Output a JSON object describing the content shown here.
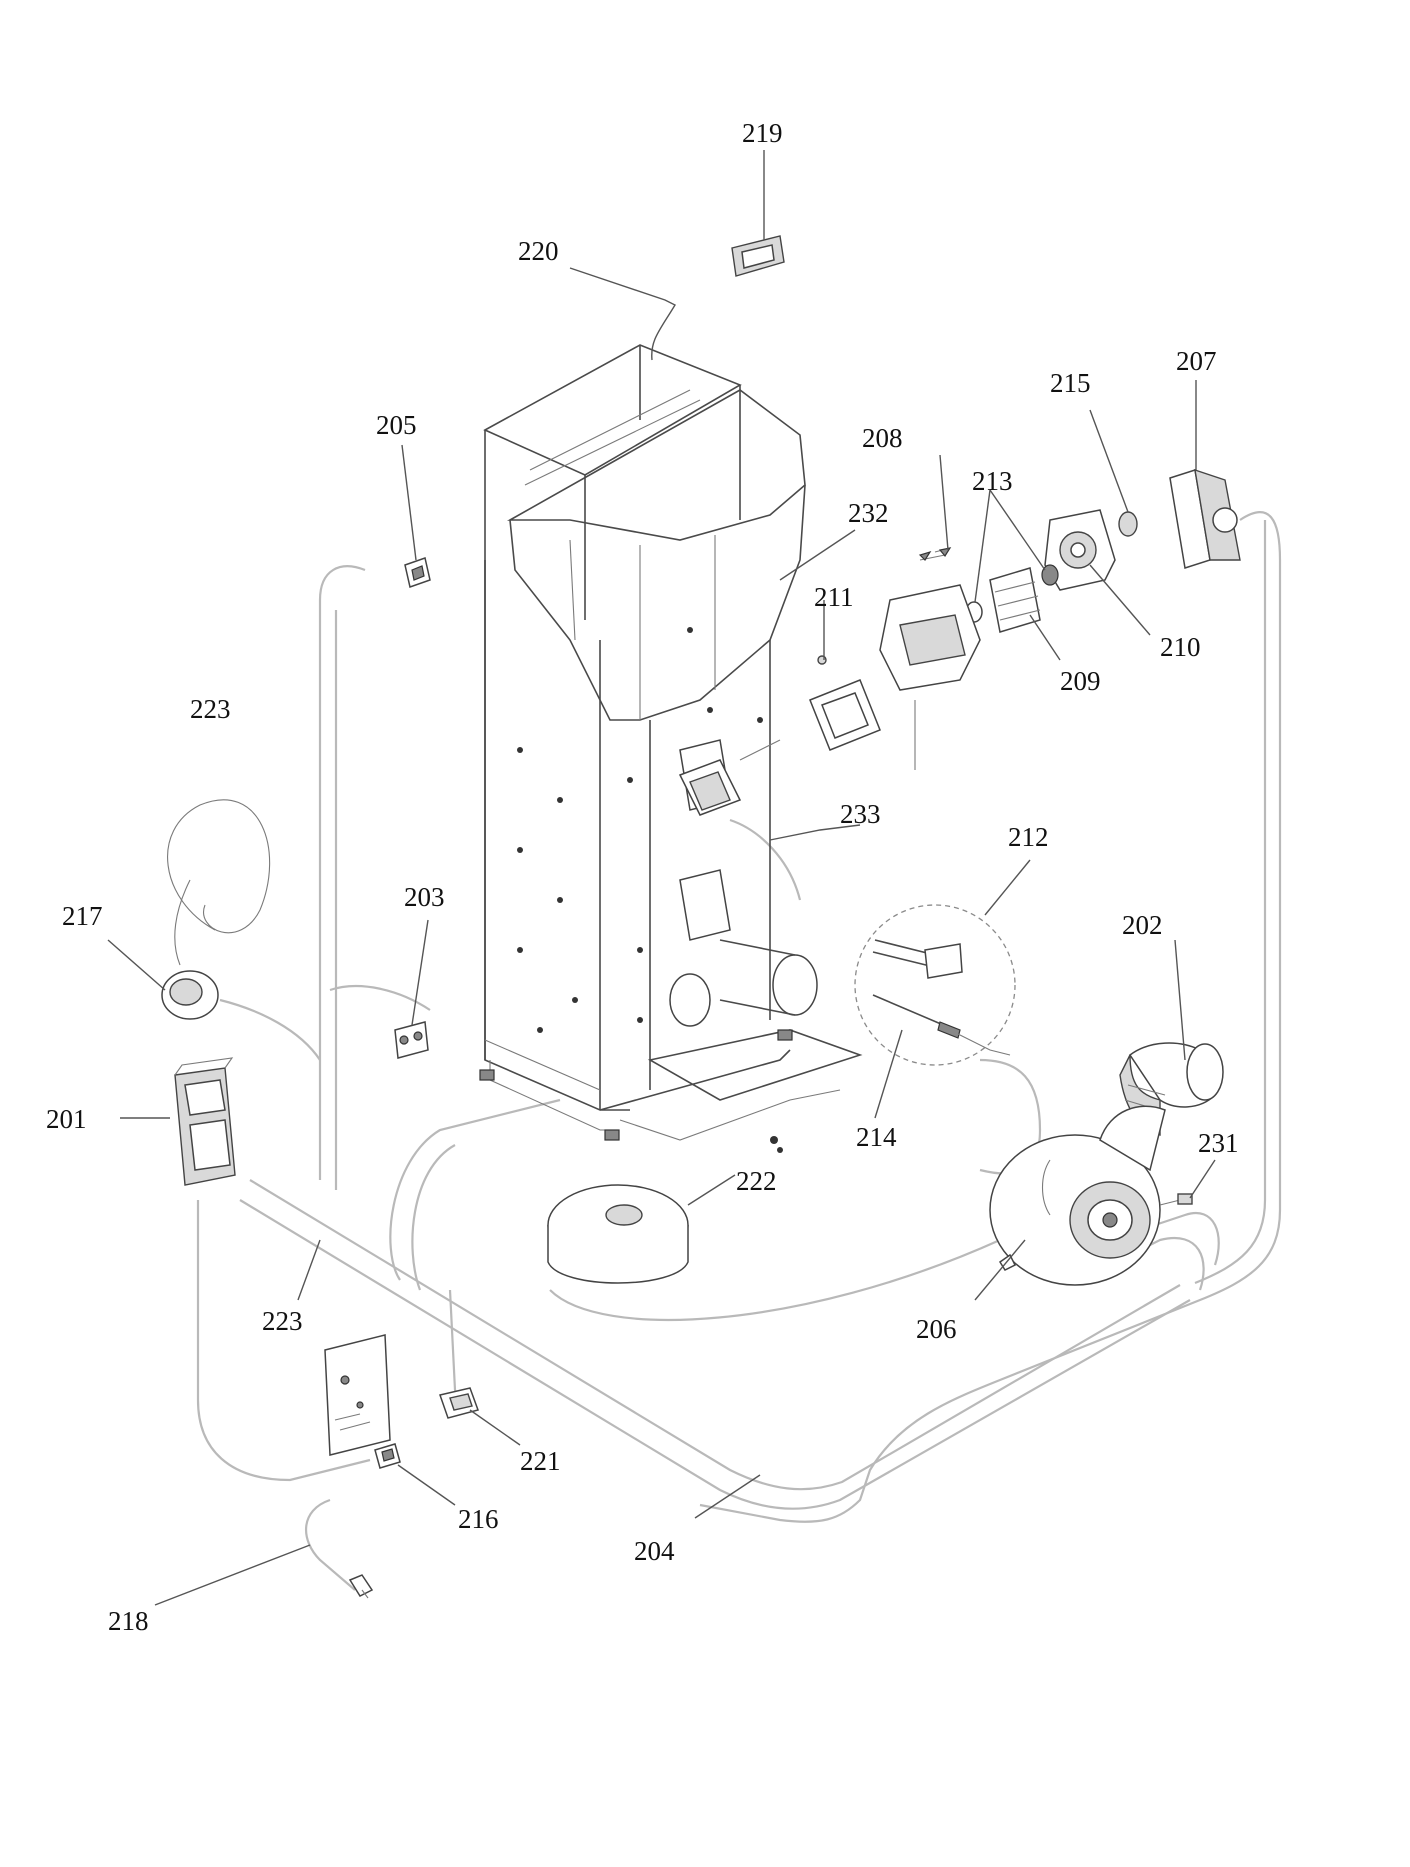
{
  "diagram": {
    "callouts": [
      {
        "id": "219",
        "text": "219"
      },
      {
        "id": "220",
        "text": "220"
      },
      {
        "id": "207",
        "text": "207"
      },
      {
        "id": "215",
        "text": "215"
      },
      {
        "id": "205",
        "text": "205"
      },
      {
        "id": "208",
        "text": "208"
      },
      {
        "id": "213",
        "text": "213"
      },
      {
        "id": "232",
        "text": "232"
      },
      {
        "id": "211",
        "text": "211"
      },
      {
        "id": "210",
        "text": "210"
      },
      {
        "id": "209",
        "text": "209"
      },
      {
        "id": "223a",
        "text": "223"
      },
      {
        "id": "233",
        "text": "233"
      },
      {
        "id": "212",
        "text": "212"
      },
      {
        "id": "217",
        "text": "217"
      },
      {
        "id": "203",
        "text": "203"
      },
      {
        "id": "202",
        "text": "202"
      },
      {
        "id": "201",
        "text": "201"
      },
      {
        "id": "214",
        "text": "214"
      },
      {
        "id": "231",
        "text": "231"
      },
      {
        "id": "222",
        "text": "222"
      },
      {
        "id": "223b",
        "text": "223"
      },
      {
        "id": "206",
        "text": "206"
      },
      {
        "id": "221",
        "text": "221"
      },
      {
        "id": "216",
        "text": "216"
      },
      {
        "id": "204",
        "text": "204"
      },
      {
        "id": "218",
        "text": "218"
      }
    ]
  }
}
